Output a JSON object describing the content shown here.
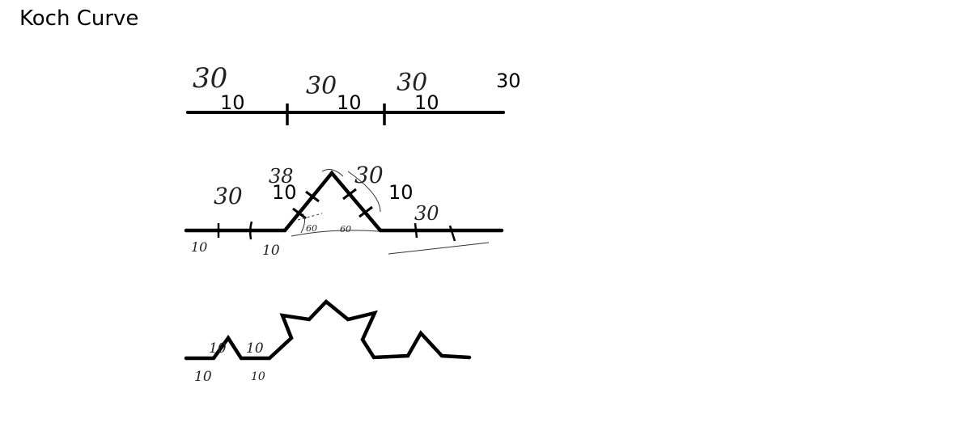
{
  "title": "Koch Curve",
  "colors": {
    "ink": "#000000",
    "pencil": "#222222",
    "background": "#ffffff"
  },
  "stage1": {
    "typed_labels": [
      "10",
      "10",
      "10",
      "30"
    ],
    "handwritten_labels": [
      "30",
      "30",
      "30"
    ]
  },
  "stage2": {
    "typed_labels": [
      "10",
      "10"
    ],
    "handwritten_labels": [
      "30",
      "38",
      "30",
      "30",
      "10",
      "10",
      "60",
      "60"
    ]
  },
  "stage3": {
    "handwritten_labels": [
      "10",
      "10",
      "10",
      "10"
    ]
  }
}
